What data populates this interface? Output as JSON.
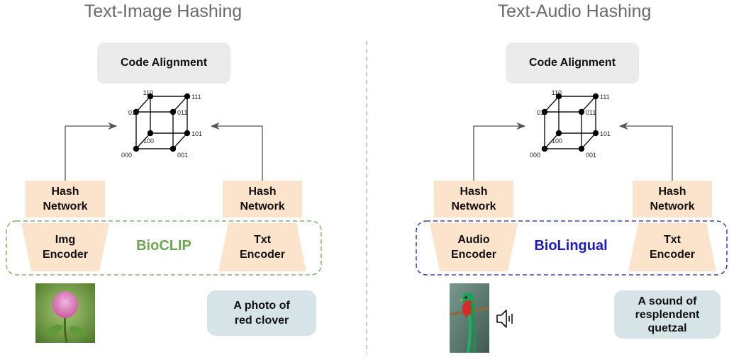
{
  "colors": {
    "hash_fill": "#fbe3cc",
    "code_fill": "#ebebeb",
    "caption_fill": "#d7e4e7",
    "bioclip_green": "#6aa84f",
    "biolingual_blue": "#1a1acc",
    "divider": "#b8b8b8"
  },
  "cube_labels": [
    "000",
    "001",
    "010",
    "011",
    "100",
    "101",
    "110",
    "111"
  ],
  "left": {
    "title": "Text-Image Hashing",
    "code_alignment": "Code Alignment",
    "hash_left": "Hash\nNetwork",
    "hash_right": "Hash\nNetwork",
    "encoder_left": "Img\nEncoder",
    "encoder_right": "Txt\nEncoder",
    "model": "BioCLIP",
    "caption": "A photo of\nred clover",
    "image_icon": "clover-flower-icon"
  },
  "right": {
    "title": "Text-Audio Hashing",
    "code_alignment": "Code Alignment",
    "hash_left": "Hash\nNetwork",
    "hash_right": "Hash\nNetwork",
    "encoder_left": "Audio\nEncoder",
    "encoder_right": "Txt\nEncoder",
    "model": "BioLingual",
    "caption": "A sound of\nresplendent\nquetzal",
    "image_icon": "quetzal-bird-icon",
    "audio_icon": "speaker-icon"
  }
}
